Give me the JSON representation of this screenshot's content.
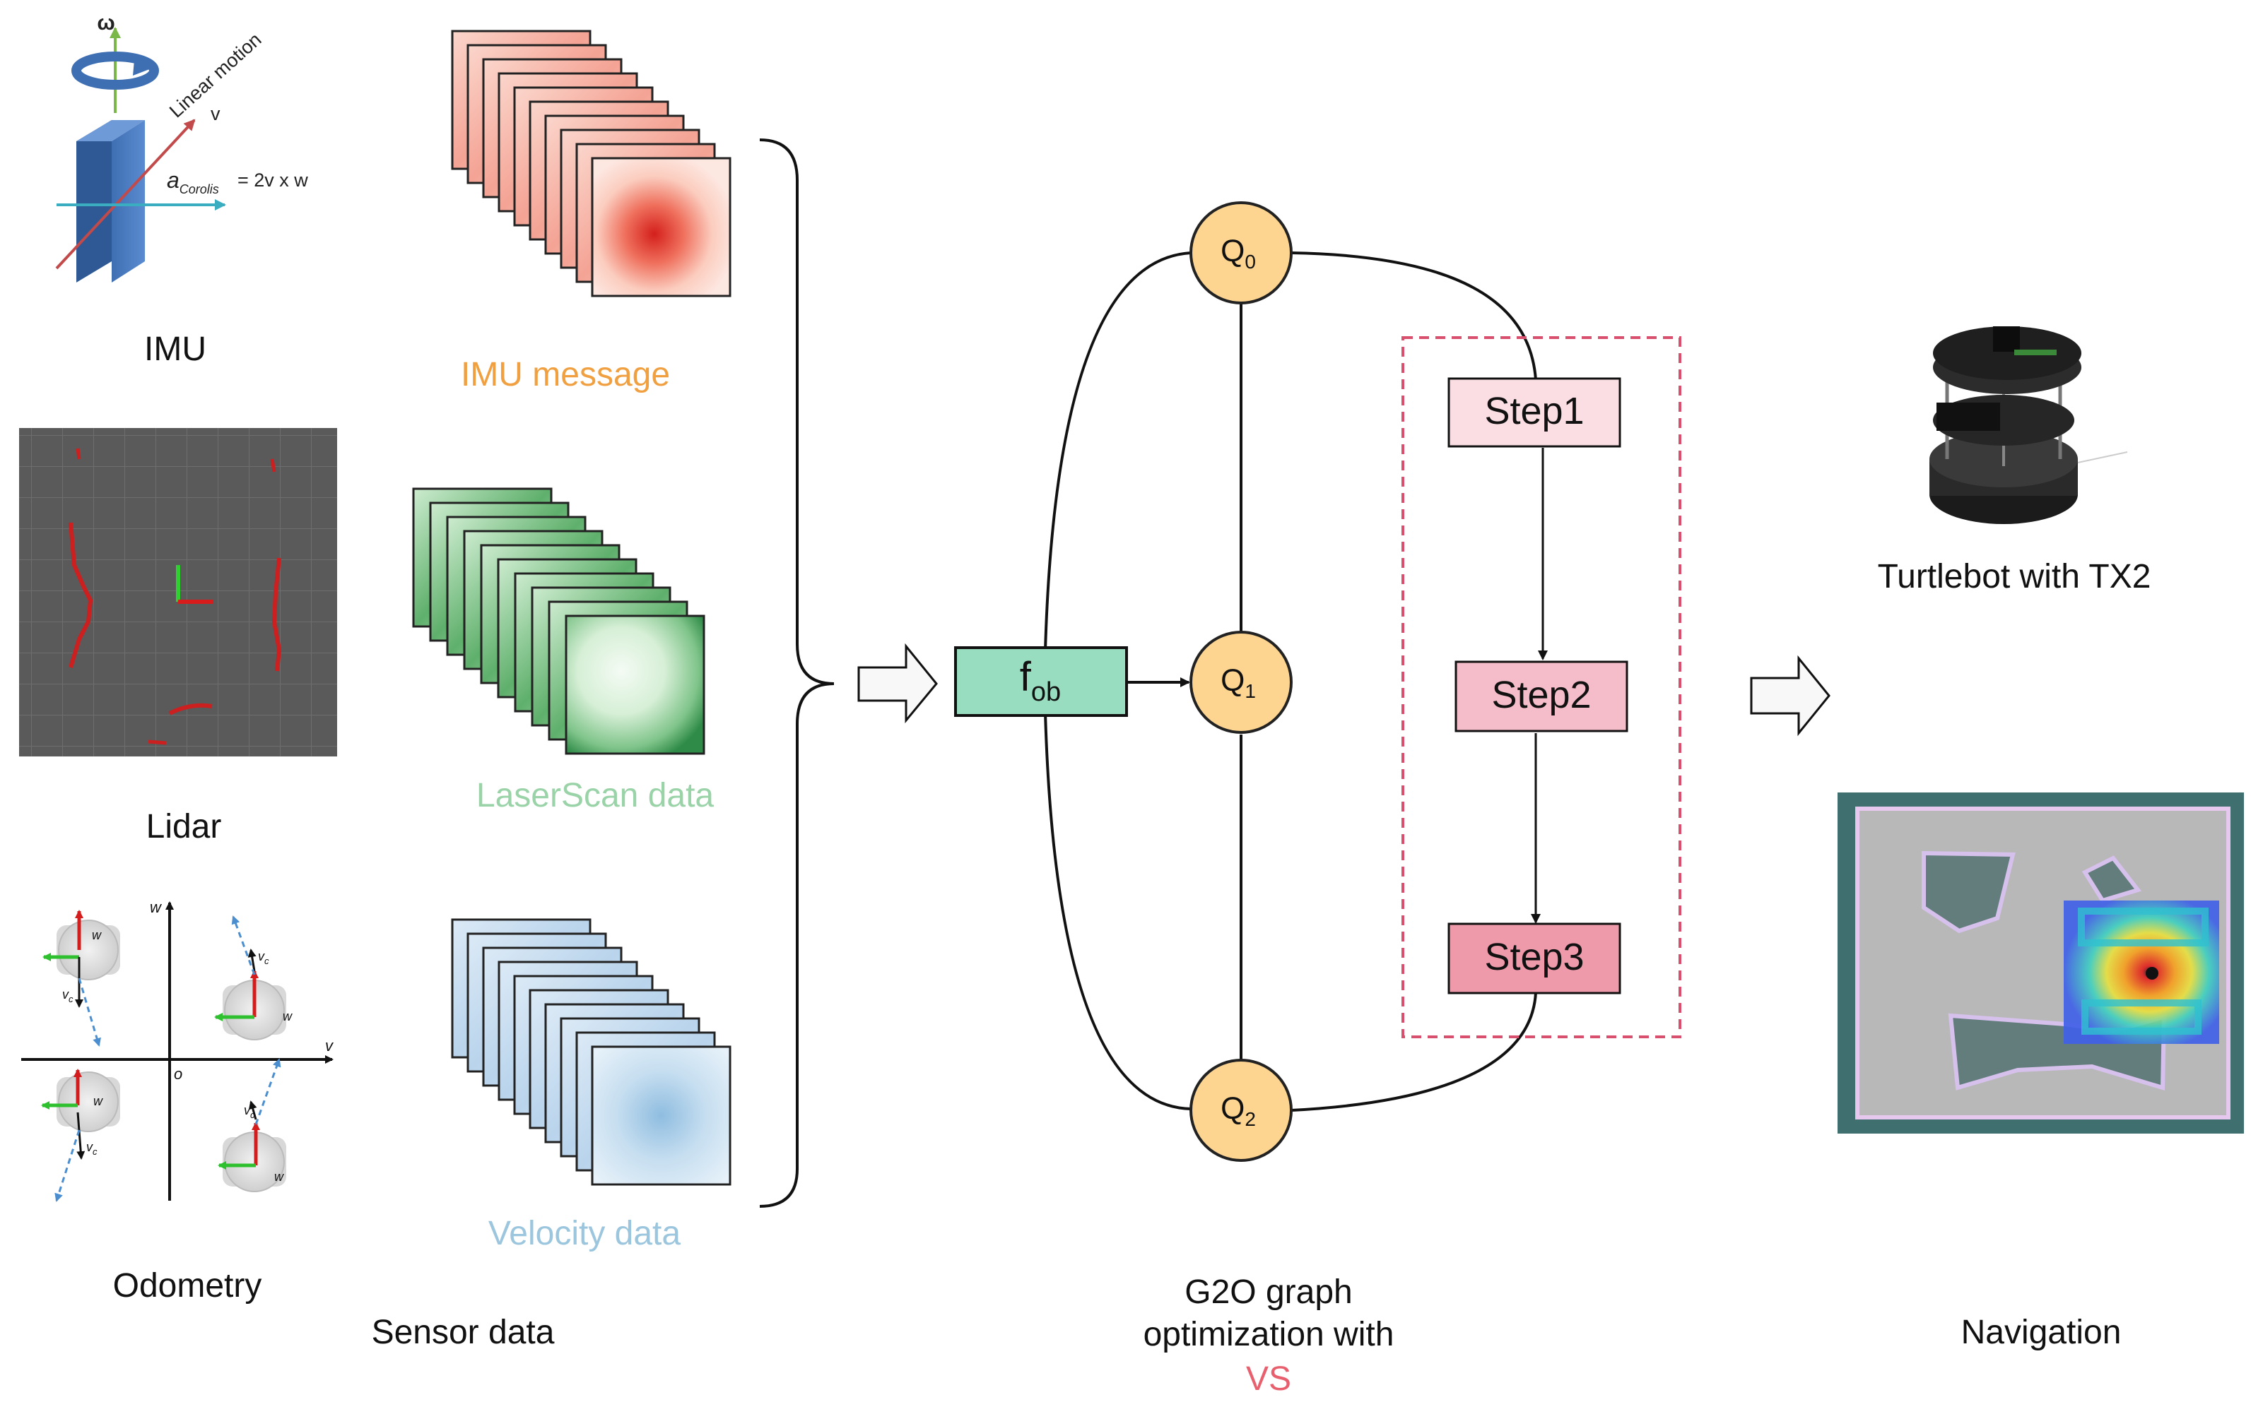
{
  "sensors": {
    "imu_label": "IMU",
    "imu_omega": "ω",
    "imu_linear_motion": "Linear motion",
    "imu_v": "v",
    "imu_coriolis_sub": "Corolis",
    "imu_coriolis_eq": "= 2v x w",
    "lidar_label": "Lidar",
    "odometry_label": "Odometry",
    "odometry_axis_w": "w",
    "odometry_axis_v": "v",
    "odometry_origin": "o",
    "odometry_wheel_w": "w",
    "odometry_vc": "v",
    "odometry_vc_sub": "c"
  },
  "sensor_data": {
    "imu_message": "IMU message",
    "laserscan": "LaserScan data",
    "velocity": "Velocity data",
    "caption": "Sensor data"
  },
  "graph": {
    "f_ob": "f",
    "f_ob_sub": "ob",
    "q_letter": "Q",
    "q0_sub": "0",
    "q1_sub": "1",
    "q2_sub": "2",
    "step1": "Step1",
    "step2": "Step2",
    "step3": "Step3",
    "caption_line1": "G2O graph",
    "caption_line2": "optimization with",
    "caption_line3": "VS"
  },
  "output": {
    "robot_label": "Turtlebot with TX2",
    "caption": "Navigation"
  },
  "colors": {
    "imu_text": "#f0a040",
    "laser_text": "#9bd3a8",
    "velocity_text": "#9cc6de",
    "node_fill": "#fdd591",
    "node_stroke": "#222222",
    "fob_fill": "#99ddc0",
    "step1_fill": "#fbdde4",
    "step2_fill": "#f5bdc9",
    "step3_fill": "#ef9aab",
    "dashed_box": "#d9506e",
    "vs_text": "#e8606e"
  }
}
